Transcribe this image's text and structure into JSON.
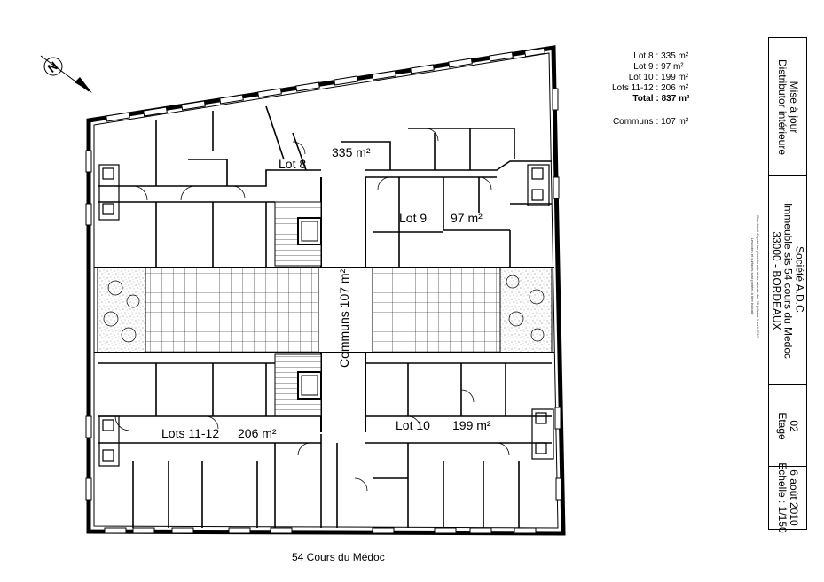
{
  "plan": {
    "lot_labels": {
      "lot8": "Lot 8",
      "lot8_area": "335 m²",
      "lot9": "Lot 9",
      "lot9_area": "97 m²",
      "lot10": "Lot 10",
      "lot10_area": "199 m²",
      "lot1112": "Lots 11-12",
      "lot1112_area": "206 m²",
      "communs": "Communs 107 m²"
    },
    "compass_letter": "N",
    "caption": "54 Cours du Médoc"
  },
  "summary": [
    {
      "key": "Lot 8",
      "value": ": 335 m²",
      "bold": false
    },
    {
      "key": "Lot 9",
      "value": ": 97 m²",
      "bold": false
    },
    {
      "key": "Lot 10",
      "value": ": 199 m²",
      "bold": false
    },
    {
      "key": "Lots 11-12",
      "value": ": 206 m²",
      "bold": false
    },
    {
      "key": "Total",
      "value": ": 837 m²",
      "bold": true
    },
    {
      "key": "Communs",
      "value": ": 107 m²",
      "bold": false
    }
  ],
  "titleblock": {
    "subject": "Mise à jour\nDistributor intérieure",
    "client": "Société A.D.C.\nImmeuble sis 54 cours du Medoc\n33000 - BORDEAUX",
    "level": "02\nEtage",
    "date_scale": "6 août 2010\nEchelle : 1/150",
    "note": "Plan établi d'après les plans fournis et les relevés des 28 juillet et 3 août 2010\nLes cotes et surfaces sont portées à titre indicatif"
  },
  "colors": {
    "line": "#000000",
    "hatch": "#000000",
    "background": "#ffffff"
  }
}
